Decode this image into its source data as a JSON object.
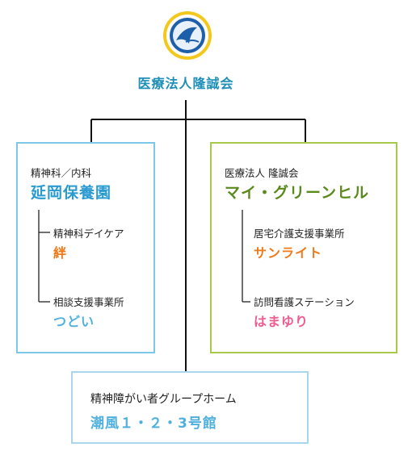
{
  "root": {
    "name": "医療法人隆誠会"
  },
  "left_box": {
    "subtitle": "精神科／内科",
    "title": "延岡保養園",
    "items": [
      {
        "label": "精神科デイケア",
        "name": "絆"
      },
      {
        "label": "相談支援事業所",
        "name": "つどい"
      }
    ]
  },
  "right_box": {
    "subtitle": "医療法人 隆誠会",
    "title": "マイ・グリーンヒル",
    "items": [
      {
        "label": "居宅介護支援事業所",
        "name": "サンライト"
      },
      {
        "label": "訪問看護ステーション",
        "name": "はまゆり"
      }
    ]
  },
  "bottom_box": {
    "subtitle": "精神障がい者グループホーム",
    "title": "潮風１・２・3号館"
  },
  "colors": {
    "left_border": "#7cc8e8",
    "right_border": "#a8c94a",
    "bottom_border": "#a9d6ec",
    "title_blue": "#2a9bd0",
    "title_green": "#5a8a1c",
    "orange": "#f07a1a",
    "light_blue": "#4fb0df",
    "pink": "#ec5b92"
  }
}
